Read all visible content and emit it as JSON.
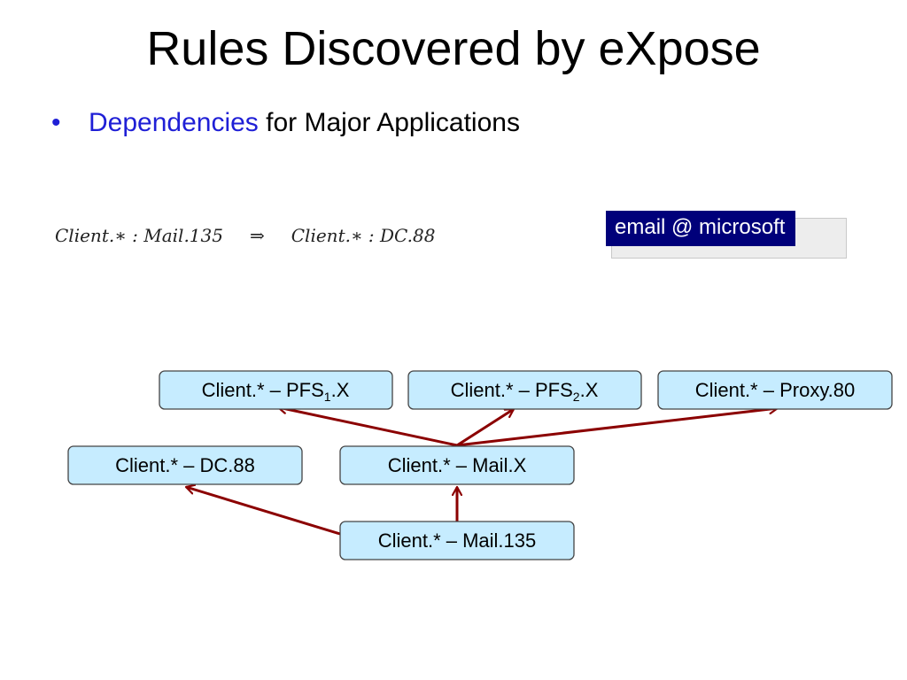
{
  "slide": {
    "title": "Rules Discovered by eXpose",
    "bullet": {
      "highlight": "Dependencies",
      "rest": " for Major Applications"
    },
    "rule": {
      "lhs": "Client.∗ : Mail.135",
      "implies": "⇒",
      "rhs": "Client.∗ : DC.88"
    },
    "tag": "email @ microsoft"
  },
  "colors": {
    "bullet_blue": "#1f1fd6",
    "tag_bg": "#00007a",
    "node_fill": "#c6ecff",
    "edge": "#8b0000"
  },
  "diagram": {
    "nodes": {
      "pfs1": {
        "pre": "Client.* – PFS",
        "sub": "1",
        "post": ".X"
      },
      "pfs2": {
        "pre": "Client.* – PFS",
        "sub": "2",
        "post": ".X"
      },
      "proxy": "Client.* – Proxy.80",
      "dc": "Client.* – DC.88",
      "mailx": "Client.* – Mail.X",
      "mail135": "Client.* – Mail.135"
    },
    "edges": [
      {
        "from": "mailx",
        "to": "pfs1"
      },
      {
        "from": "mailx",
        "to": "pfs2"
      },
      {
        "from": "mailx",
        "to": "proxy"
      },
      {
        "from": "mail135",
        "to": "mailx"
      },
      {
        "from": "mail135",
        "to": "dc"
      }
    ]
  }
}
